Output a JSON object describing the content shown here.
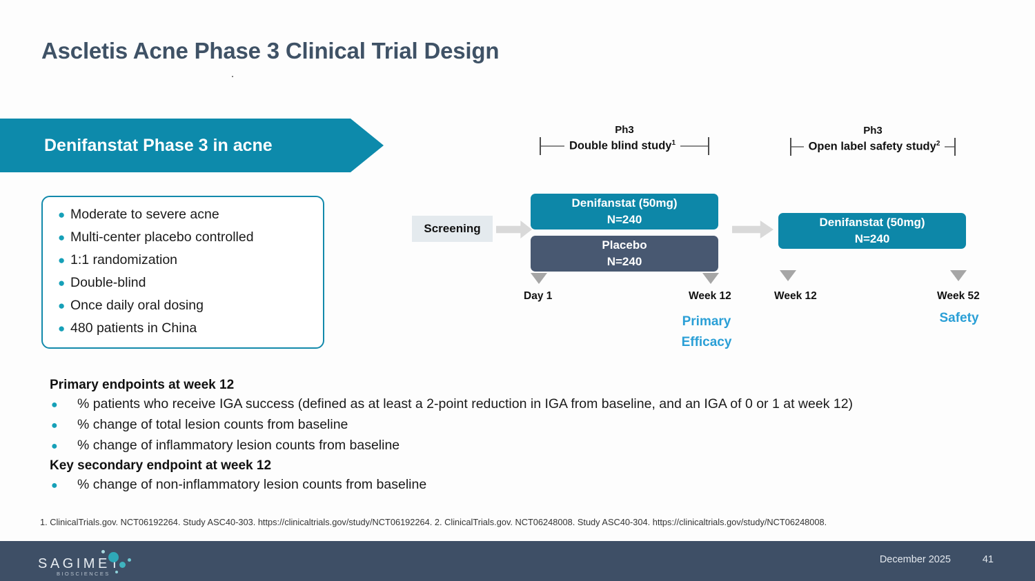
{
  "slide": {
    "title": "Ascletis Acne Phase 3 Clinical Trial Design",
    "banner_label": "Denifanstat Phase 3 in acne"
  },
  "design_bullets": [
    "Moderate to severe acne",
    "Multi-center placebo controlled",
    "1:1 randomization",
    "Double-blind",
    "Once daily oral dosing",
    "480 patients in China"
  ],
  "diagram": {
    "phases": [
      {
        "kicker": "Ph3",
        "name": "Double blind study",
        "footnote_ref": "1"
      },
      {
        "kicker": "Ph3",
        "name": "Open label safety study",
        "footnote_ref": "2"
      }
    ],
    "screening_label": "Screening",
    "arms": [
      {
        "name": "Denifanstat (50mg)",
        "n": "N=240",
        "color": "#0d87a8"
      },
      {
        "name": "Placebo",
        "n": "N=240",
        "color": "#485871"
      },
      {
        "name": "Denifanstat (50mg)",
        "n": "N=240",
        "color": "#0d87a8"
      }
    ],
    "timepoints": [
      {
        "label": "Day 1",
        "note": ""
      },
      {
        "label": "Week 12",
        "note": "Primary\nEfficacy"
      },
      {
        "label": "Week 12",
        "note": ""
      },
      {
        "label": "Week 52",
        "note": "Safety"
      }
    ],
    "timepoint_note_1_line1": "Primary",
    "timepoint_note_1_line2": "Efficacy",
    "timepoint_note_3": "Safety"
  },
  "endpoints": {
    "primary_heading": "Primary endpoints at week 12",
    "primary_items": [
      "% patients who receive IGA success (defined as at least a 2-point reduction in IGA from baseline, and an IGA of 0 or 1 at week 12)",
      "% change of total lesion counts from baseline",
      "% change of inflammatory lesion counts from baseline"
    ],
    "secondary_heading": "Key secondary endpoint at week 12",
    "secondary_items": [
      "% change of non-inflammatory lesion counts from baseline"
    ]
  },
  "footnote": "1. ClinicalTrials.gov. NCT06192264. Study ASC40-303. https://clinicaltrials.gov/study/NCT06192264. 2. ClinicalTrials.gov. NCT06248008. Study ASC40-304. https://clinicaltrials.gov/study/NCT06248008.",
  "footer": {
    "logo_word": "SAGIMET",
    "logo_sub": "BIOSCIENCES",
    "date": "December 2025",
    "page": "41"
  },
  "colors": {
    "teal": "#0d87a8",
    "navy": "#485871",
    "accent_blue": "#2a9fd6",
    "title": "#3f5266",
    "footer_bg": "#3e4f66",
    "arrow_gray": "#d9d9d9",
    "triangle_gray": "#a6a6a6"
  }
}
